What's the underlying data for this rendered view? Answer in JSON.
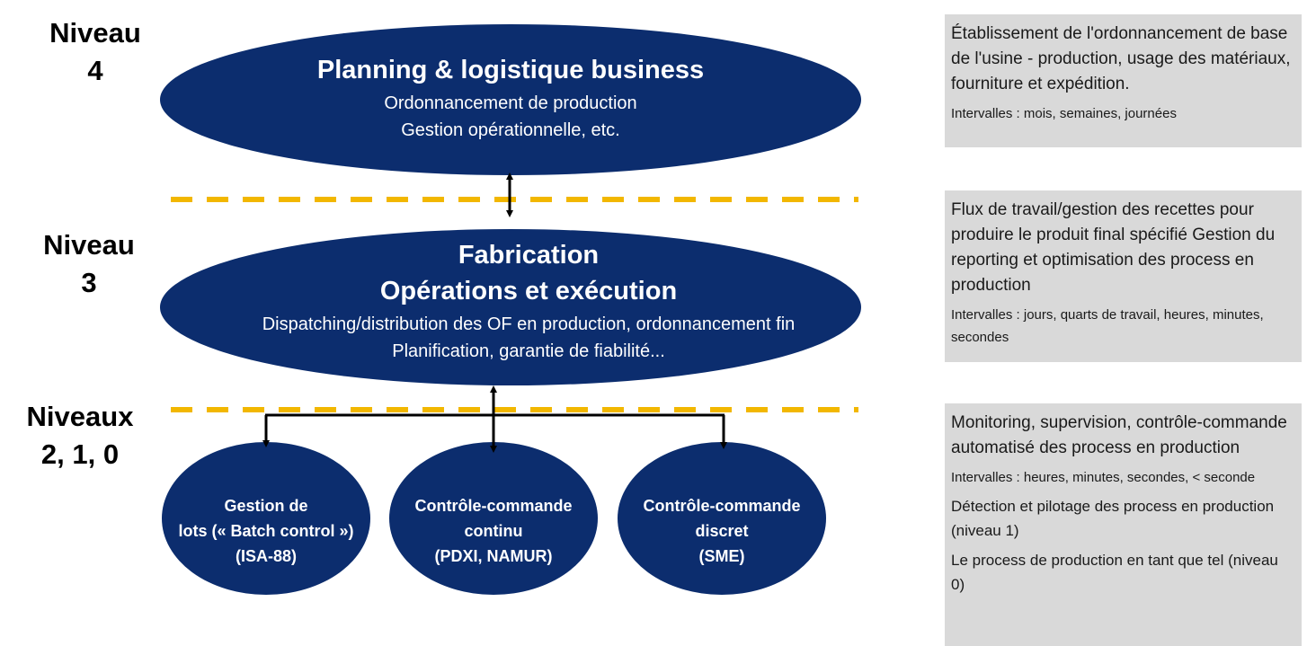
{
  "levels": {
    "l4": [
      "Niveau",
      "4"
    ],
    "l3": [
      "Niveau",
      "3"
    ],
    "l210": [
      "Niveaux",
      "2, 1, 0"
    ]
  },
  "ellipses": {
    "planning": {
      "title": "Planning & logistique business",
      "lines": [
        "Ordonnancement de production",
        "Gestion opérationnelle, etc."
      ]
    },
    "fabrication": {
      "title_lines": [
        "Fabrication",
        "Opérations et exécution"
      ],
      "lines": [
        "Dispatching/distribution des OF en production, ordonnancement fin",
        "Planification, garantie de fiabilité..."
      ]
    },
    "batch": [
      "Gestion de",
      "lots (« Batch control »)",
      "(ISA-88)"
    ],
    "continu": [
      "Contrôle-commande",
      "continu",
      "(PDXI, NAMUR)"
    ],
    "discret": [
      "Contrôle-commande",
      "discret",
      "(SME)"
    ]
  },
  "descriptions": {
    "l4": {
      "text": "Établissement de l'ordonnancement de base de l'usine - production, usage des matériaux, fourniture et expédition.",
      "intervals": "Intervalles : mois, semaines, journées"
    },
    "l3": {
      "text": "Flux de travail/gestion des recettes pour produire le produit final spécifié Gestion du reporting et optimisation des process en production",
      "intervals": "Intervalles : jours, quarts de travail, heures, minutes, secondes"
    },
    "l210": {
      "text": "Monitoring, supervision, contrôle-commande automatisé des process en production",
      "intervals": "Intervalles : heures, minutes, secondes, < seconde",
      "extra1": "Détection et pilotage des process en production (niveau 1)",
      "extra2": "Le process de production en tant que tel (niveau 0)"
    }
  },
  "colors": {
    "ellipse_fill": "#0c2d6e",
    "dashed_line": "#f2b700",
    "box_bg": "#d9d9d9"
  }
}
